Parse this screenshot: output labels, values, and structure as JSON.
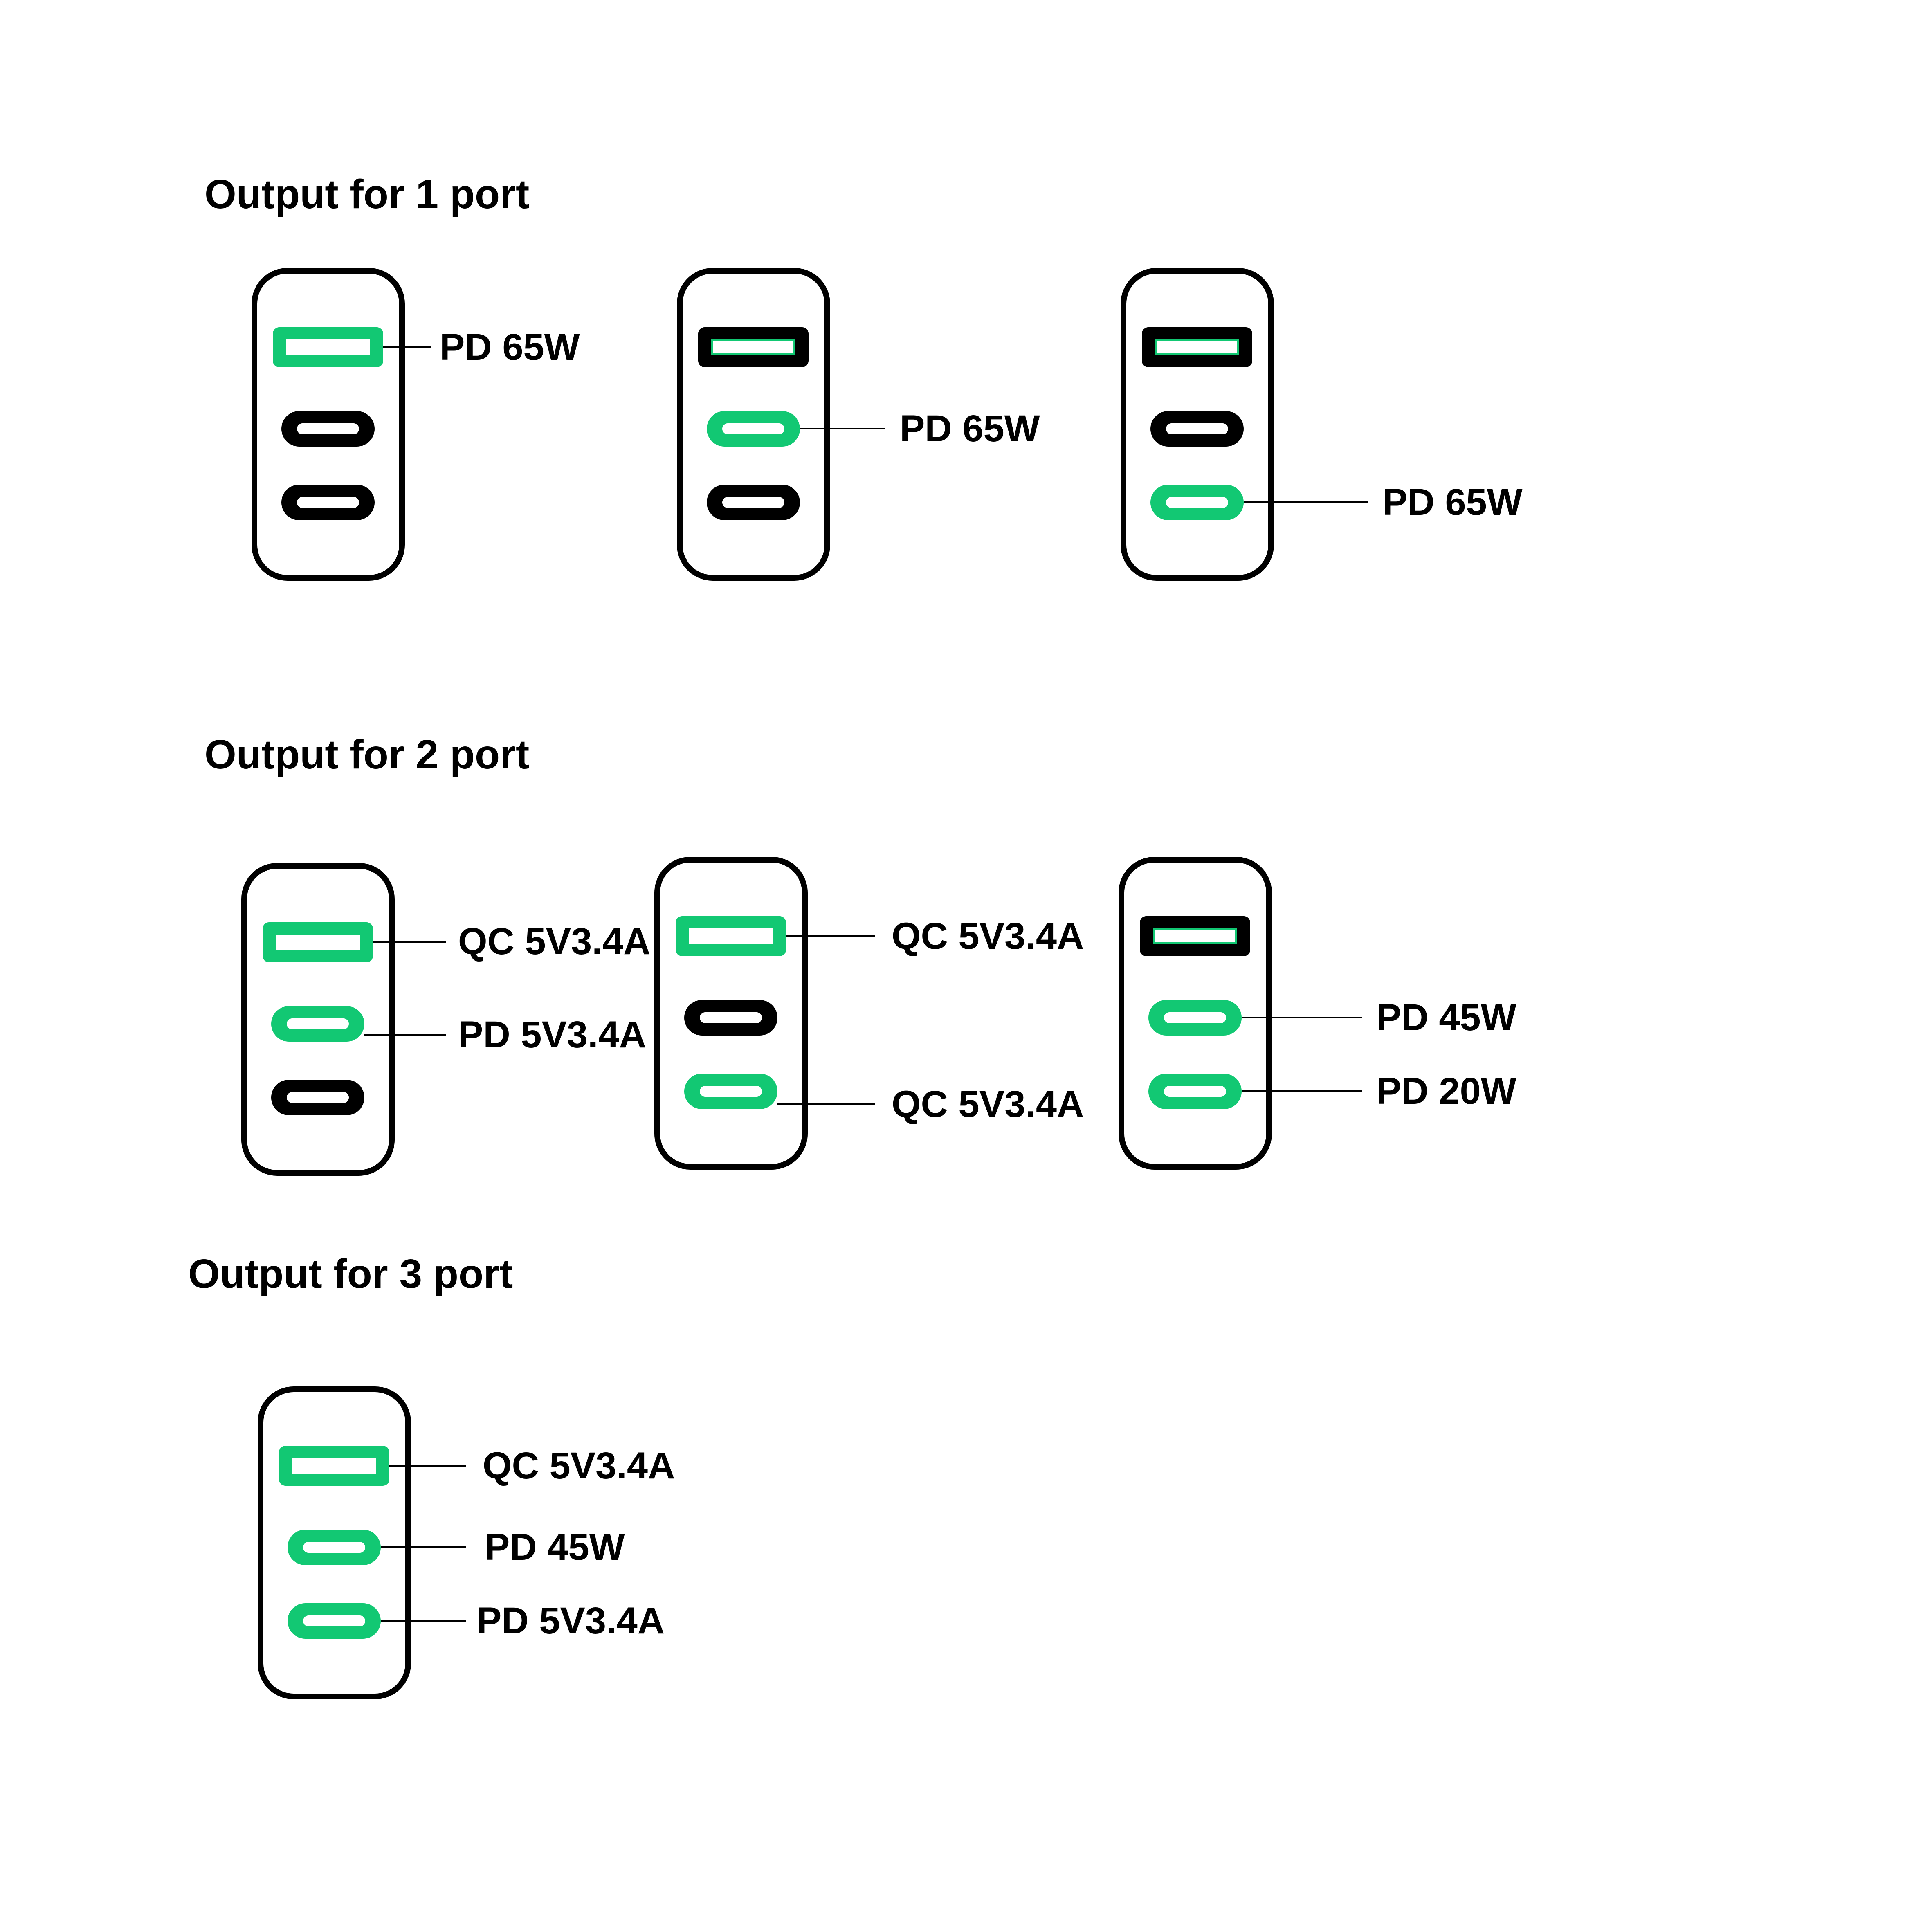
{
  "colors": {
    "active_green": "#12C873",
    "inactive_black": "#000000",
    "charger_outline": "#000000",
    "background": "#FFFFFF"
  },
  "sections": [
    {
      "title": "Output for 1 port",
      "chargers": [
        {
          "ports": [
            {
              "type": "usb-a",
              "active": true,
              "label": "PD 65W"
            },
            {
              "type": "usb-c",
              "active": false
            },
            {
              "type": "usb-c",
              "active": false
            }
          ]
        },
        {
          "ports": [
            {
              "type": "usb-a",
              "active": false
            },
            {
              "type": "usb-c",
              "active": true,
              "label": "PD 65W"
            },
            {
              "type": "usb-c",
              "active": false
            }
          ]
        },
        {
          "ports": [
            {
              "type": "usb-a",
              "active": false
            },
            {
              "type": "usb-c",
              "active": false
            },
            {
              "type": "usb-c",
              "active": true,
              "label": "PD 65W"
            }
          ]
        }
      ]
    },
    {
      "title": "Output for 2 port",
      "chargers": [
        {
          "ports": [
            {
              "type": "usb-a",
              "active": true,
              "label": "QC 5V3.4A"
            },
            {
              "type": "usb-c",
              "active": true,
              "label": "PD 5V3.4A"
            },
            {
              "type": "usb-c",
              "active": false
            }
          ]
        },
        {
          "ports": [
            {
              "type": "usb-a",
              "active": true,
              "label": "QC 5V3.4A"
            },
            {
              "type": "usb-c",
              "active": false
            },
            {
              "type": "usb-c",
              "active": true,
              "label": "QC 5V3.4A"
            }
          ]
        },
        {
          "ports": [
            {
              "type": "usb-a",
              "active": false
            },
            {
              "type": "usb-c",
              "active": true,
              "label": "PD 45W"
            },
            {
              "type": "usb-c",
              "active": true,
              "label": "PD 20W"
            }
          ]
        }
      ]
    },
    {
      "title": "Output for 3 port",
      "chargers": [
        {
          "ports": [
            {
              "type": "usb-a",
              "active": true,
              "label": "QC 5V3.4A"
            },
            {
              "type": "usb-c",
              "active": true,
              "label": "PD 45W"
            },
            {
              "type": "usb-c",
              "active": true,
              "label": "PD 5V3.4A"
            }
          ]
        }
      ]
    }
  ]
}
